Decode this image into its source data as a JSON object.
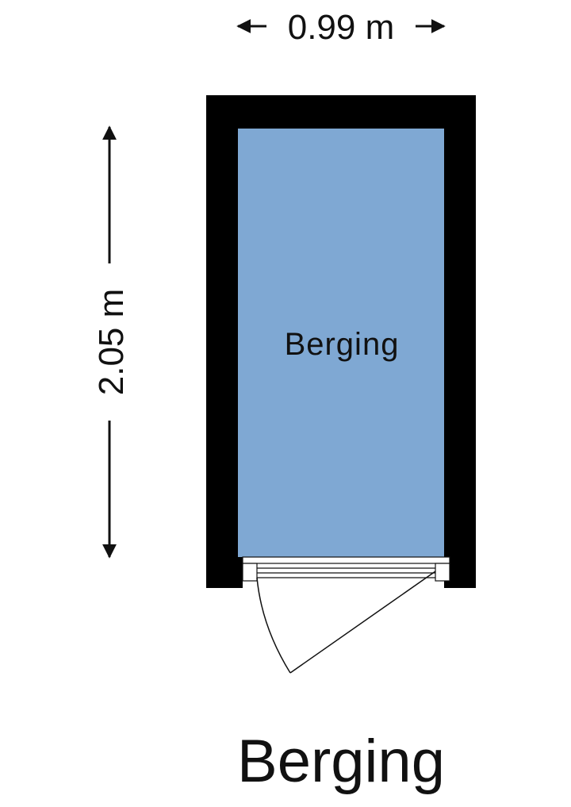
{
  "plan": {
    "room": {
      "name": "Berging",
      "fill_color": "#7fa8d3"
    },
    "dimensions": {
      "width": "0.99 m",
      "height": "2.05 m"
    },
    "title": "Berging",
    "wall_color": "#000000"
  }
}
